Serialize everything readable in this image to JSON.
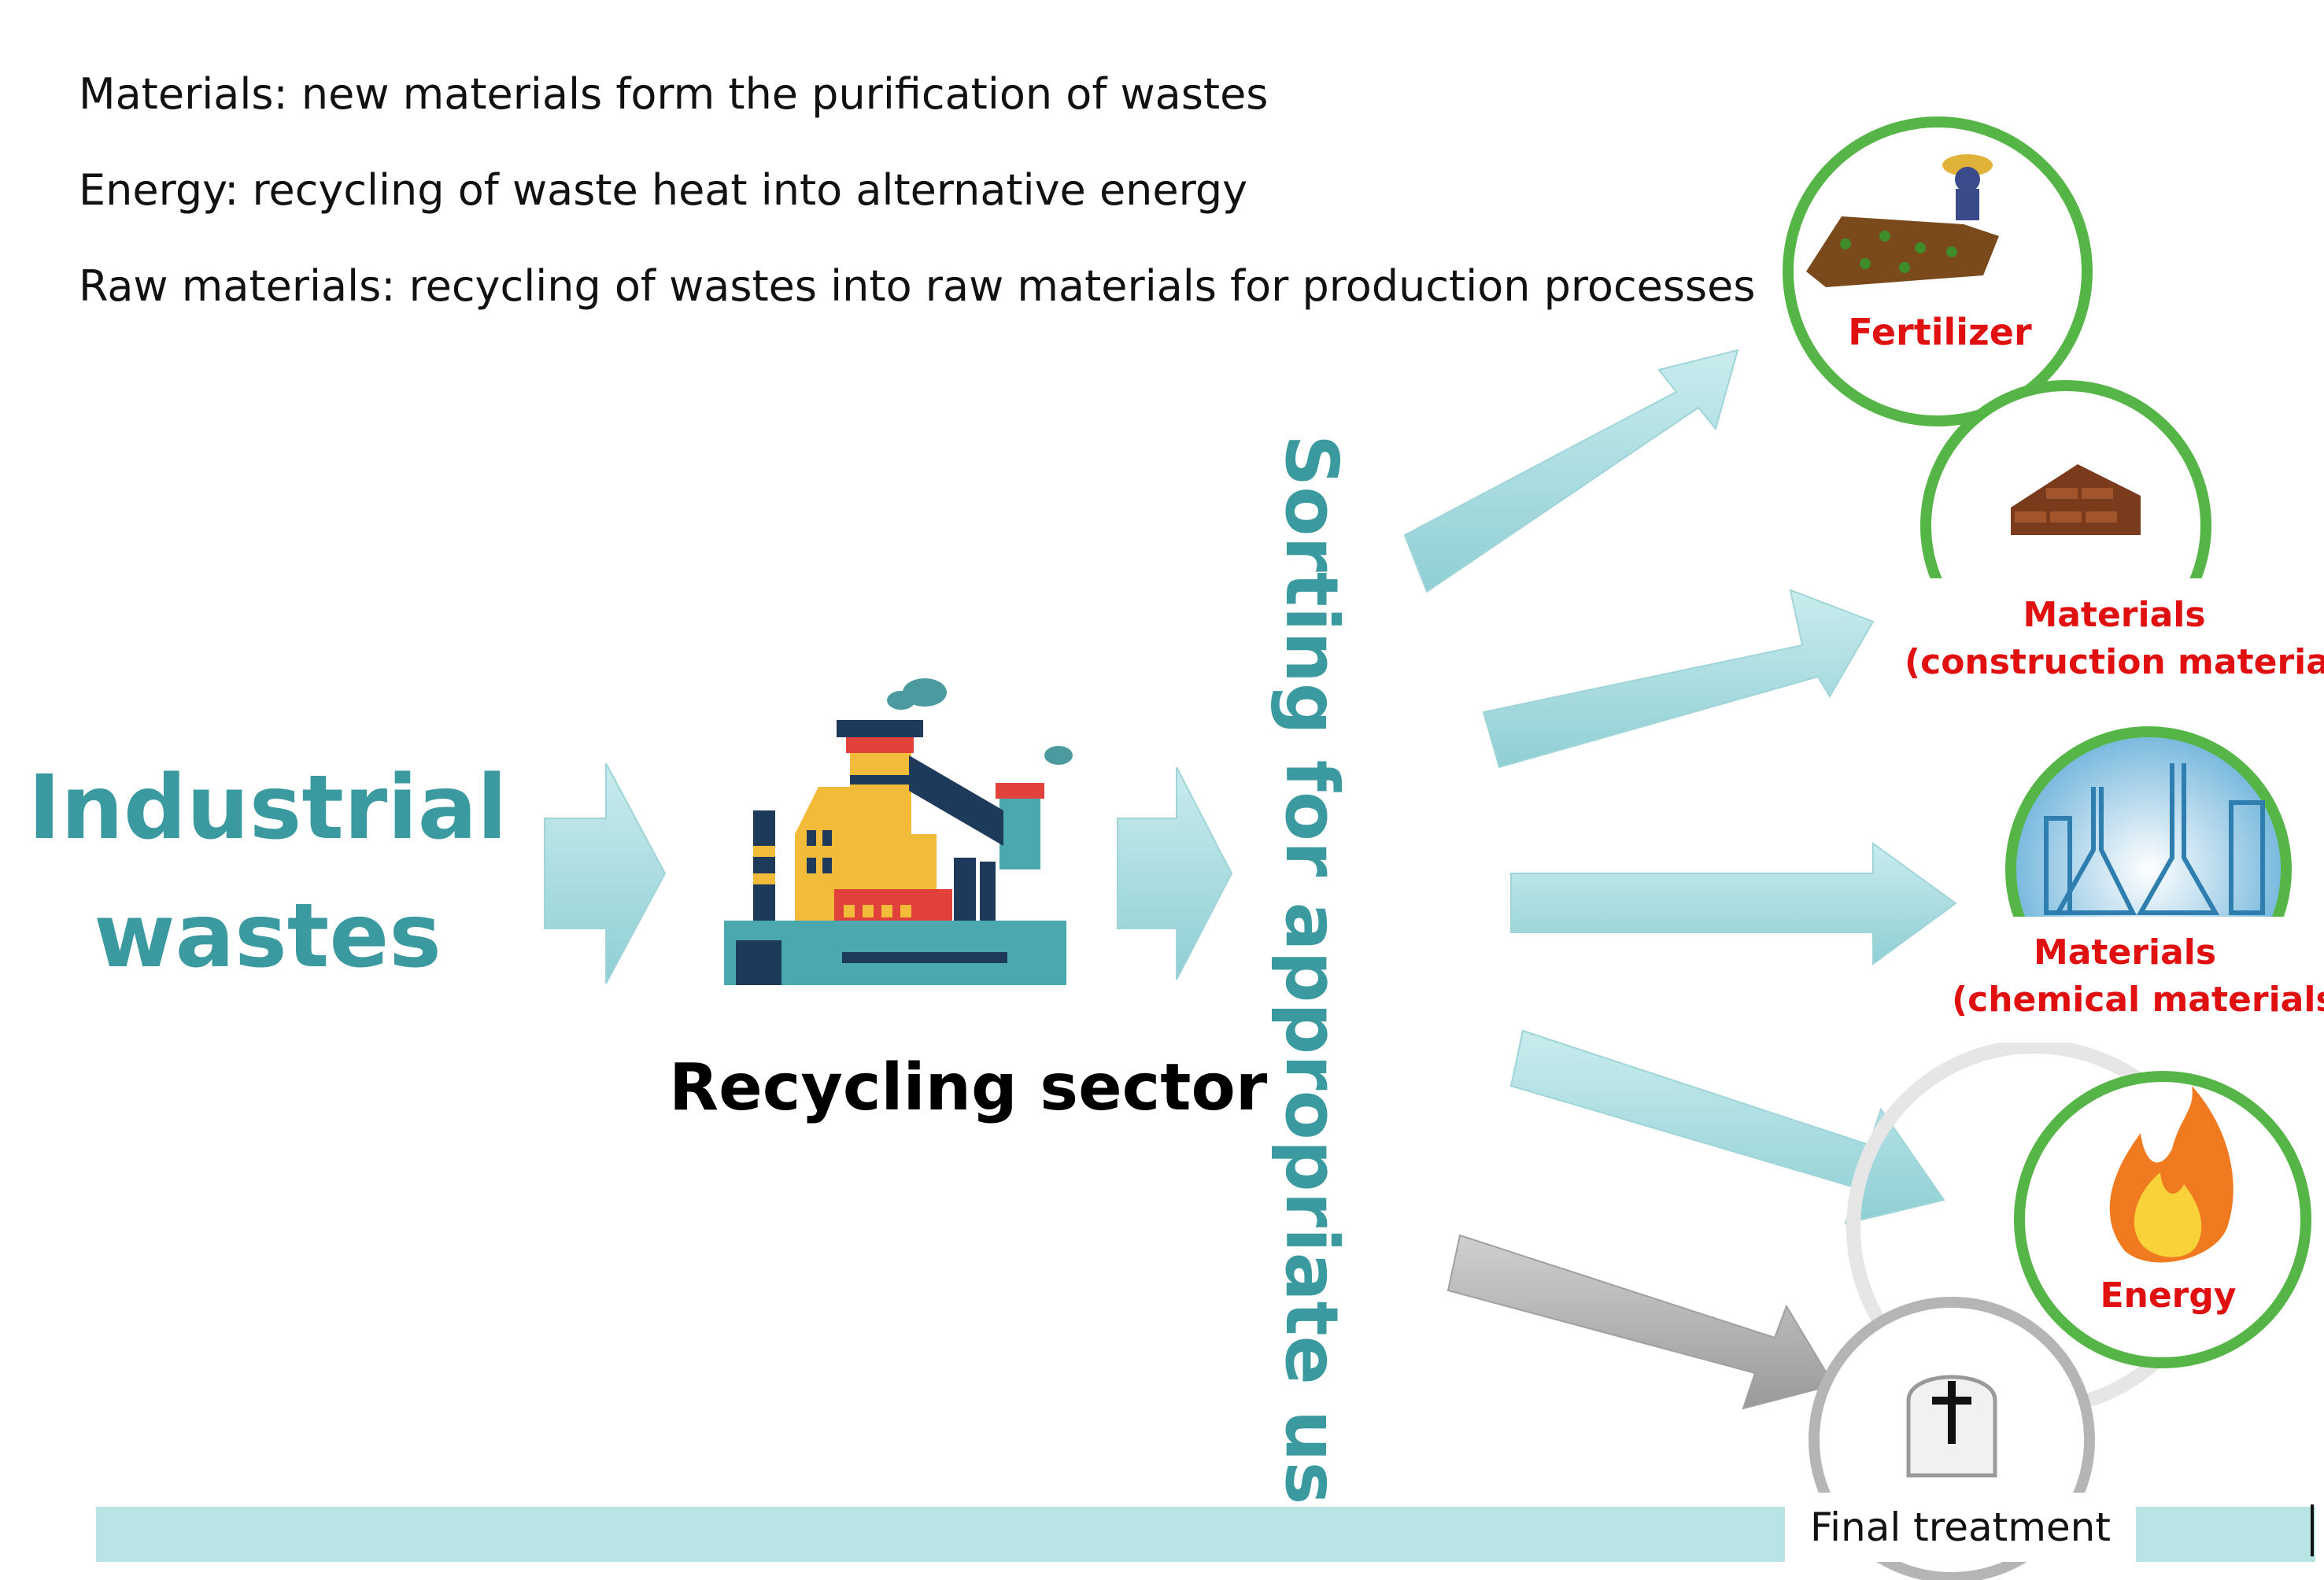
{
  "legend": {
    "materials_line": "Materials: new materials form the  purification of wastes",
    "energy_line": "Energy: recycling of waste heat into alternative energy",
    "raw_line": "Raw materials: recycling of wastes into raw materials for production processes"
  },
  "source": {
    "line1": "Industrial",
    "line2": "wastes"
  },
  "recycling_label": "Recycling sector",
  "sorting_label": "Sorting for appropriate use",
  "outputs": {
    "fertilizer": "Fertilizer",
    "construction_1": "Materials",
    "construction_2": "(construction materials)",
    "chemical_1": "Materials",
    "chemical_2": "(chemical materials)",
    "energy": "Energy",
    "final": "Final treatment"
  },
  "colors": {
    "teal_text": "#3a9aa0",
    "arrow_fill": "#a9dde0",
    "arrow_gray": "#b0b0b0",
    "circle_green": "#56b547",
    "label_red": "#e01010",
    "bar": "#b8e4e6"
  }
}
